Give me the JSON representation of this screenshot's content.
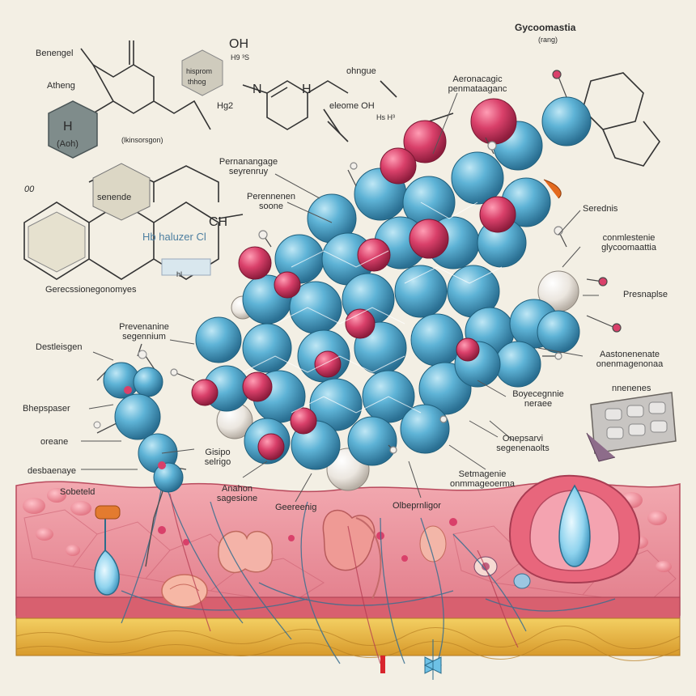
{
  "title": "Gycoomastia",
  "title_sub": "(rang)",
  "colors": {
    "background": "#f3efe4",
    "atom_blue": "#5eb3d6",
    "atom_pink": "#d9406a",
    "atom_white": "#f2efea",
    "tissue_pink": "#e07a8c",
    "fat_yellow": "#e8b840"
  },
  "labels": {
    "l01": "Benengel",
    "l02": "Atheng",
    "l03": "OH",
    "l04": "H9 ³S",
    "l05": "hisprom",
    "l06": "thhog",
    "l07": "H",
    "l08": "(Aoh)",
    "l09": "00",
    "l10": "(lkinsorsgon)",
    "l11": "Hg2",
    "l12": "N",
    "l13": "ohngue",
    "l14": "H",
    "l15": "eleome OH",
    "l16": "Hs H³",
    "l17": "Aeronacagic penmataaganc",
    "l18": "Pernanangage seyrenruy",
    "l19": "Perennenen soone",
    "l20": "senende",
    "l21": "CH",
    "l22": "Hb haluzer Cl",
    "l23": "Gerecssionegonomyes",
    "l24": "Serednis",
    "l25": "conmlestenie glycoomaattia",
    "l26": "Presnaplse",
    "l27": "Prevenanine segennium",
    "l28": "Destleisgen",
    "l29": "Bhepspaser",
    "l30": "oreane",
    "l31": "desbaenaye",
    "l32": "Sobeteld",
    "l33": "Gisipo selrigo",
    "l34": "Anahon sagesione",
    "l35": "Geereenig",
    "l36": "Olbeprnligor",
    "l37": "Setmagenie onmmageoerma",
    "l38": "Onepsarvi segenenaolts",
    "l39": "Boyecegnnie neraee",
    "l40": "Aastonenenate onenmagenonaa",
    "l41": "nnenenes",
    "l42": "hl"
  }
}
